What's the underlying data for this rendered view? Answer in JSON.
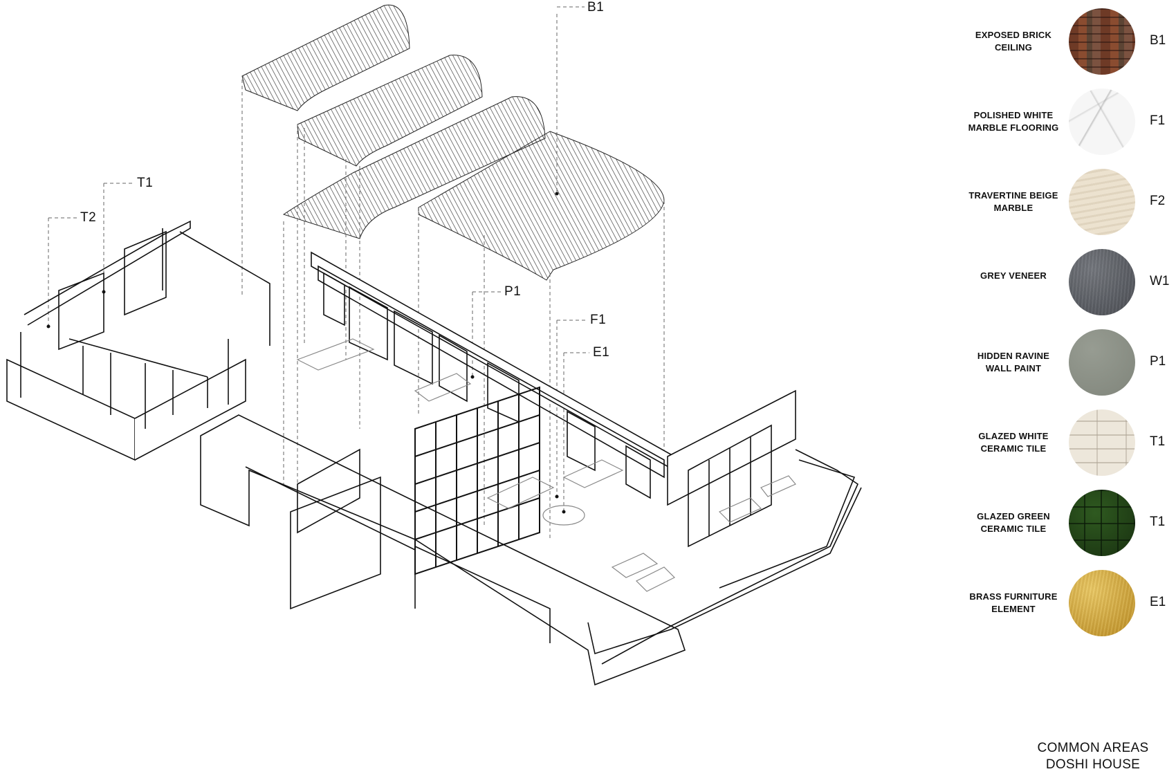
{
  "drawing": {
    "tags": [
      {
        "id": "b1",
        "label": "B1"
      },
      {
        "id": "t1",
        "label": "T1"
      },
      {
        "id": "t2",
        "label": "T2"
      },
      {
        "id": "p1",
        "label": "P1"
      },
      {
        "id": "f1",
        "label": "F1"
      },
      {
        "id": "e1",
        "label": "E1"
      }
    ]
  },
  "legend": {
    "items": [
      {
        "label": "EXPOSED BRICK\nCEILING",
        "code": "B1",
        "swatch": "brick",
        "color": "#7a3f2b"
      },
      {
        "label": "POLISHED WHITE\nMARBLE FLOORING",
        "code": "F1",
        "swatch": "white-marble",
        "color": "#f4f4f4"
      },
      {
        "label": "TRAVERTINE BEIGE\nMARBLE",
        "code": "F2",
        "swatch": "travertine",
        "color": "#ece2cf"
      },
      {
        "label": "GREY VENEER",
        "code": "W1",
        "swatch": "grey-veneer",
        "color": "#5b5e64"
      },
      {
        "label": "HIDDEN RAVINE\nWALL PAINT",
        "code": "P1",
        "swatch": "green-grey-paint",
        "color": "#8b9086"
      },
      {
        "label": "GLAZED WHITE\nCERAMIC TILE",
        "code": "T1",
        "swatch": "white-tile",
        "color": "#ece6da"
      },
      {
        "label": "GLAZED GREEN\nCERAMIC TILE",
        "code": "T1",
        "swatch": "green-tile",
        "color": "#1f3d14"
      },
      {
        "label": "BRASS FURNITURE\nELEMENT",
        "code": "E1",
        "swatch": "brass",
        "color": "#c9a23a"
      }
    ]
  },
  "footer": {
    "line1": "COMMON AREAS",
    "line2": "DOSHI HOUSE"
  }
}
